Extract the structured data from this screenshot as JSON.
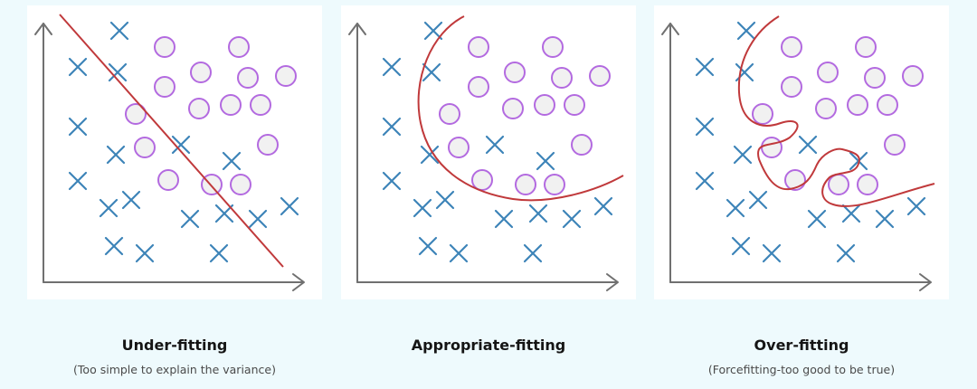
{
  "colors": {
    "cross": "#3d84b8",
    "circle_stroke": "#b36ae0",
    "circle_fill": "#f1f1f1",
    "curve": "#c0393b",
    "axis": "#707070"
  },
  "icons": {
    "cross": "cross-icon",
    "circle": "circle-icon"
  },
  "panels": [
    {
      "title": "Under-fitting",
      "subtitle": "(Too simple to explain the variance)"
    },
    {
      "title": "Appropriate-fitting",
      "subtitle": ""
    },
    {
      "title": "Over-fitting",
      "subtitle": "(Forcefitting-too good to be true)"
    }
  ]
}
